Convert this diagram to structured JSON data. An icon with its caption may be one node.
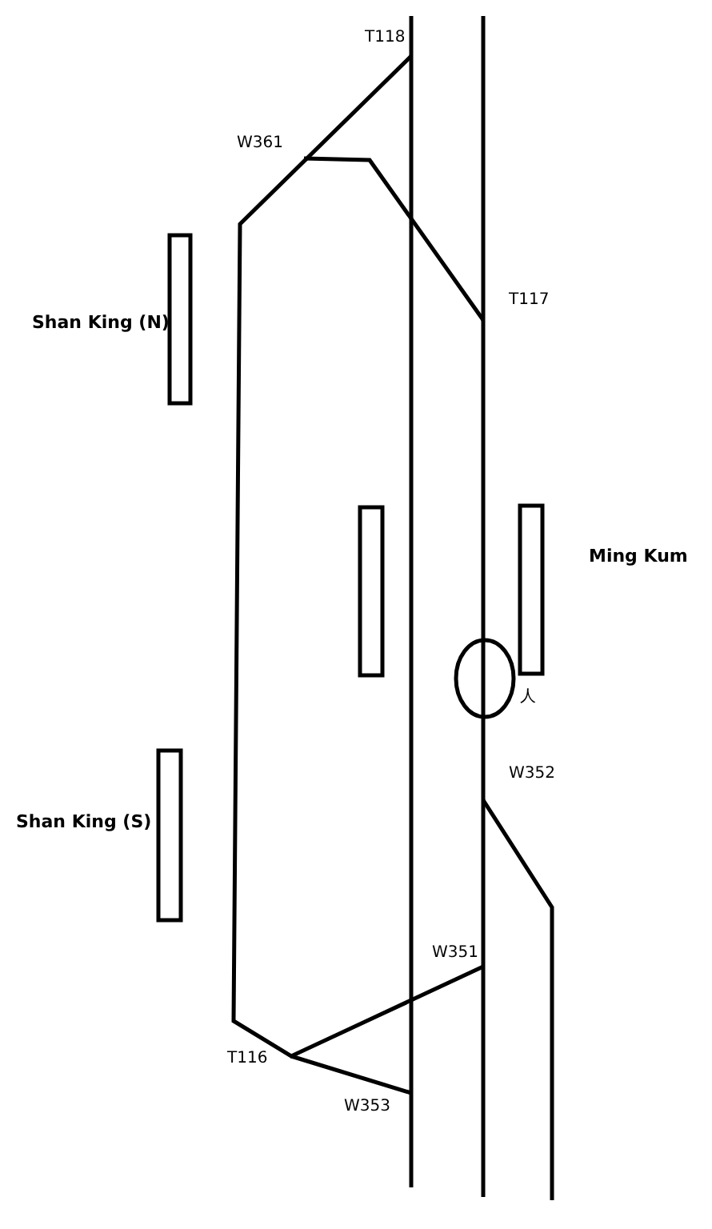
{
  "diagram": {
    "labels": [
      "T118",
      "W361",
      "Shan King (N)",
      "T117",
      "Ming Kum",
      "人",
      "W352",
      "Shan King (S)",
      "W351",
      "T116",
      "W353"
    ]
  }
}
